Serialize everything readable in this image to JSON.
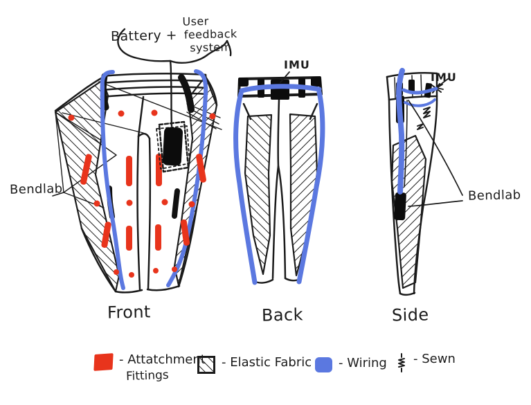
{
  "colors": {
    "ink": "#1b1b1b",
    "attachment_red": "#e8341c",
    "wiring_blue": "#5b78e0",
    "background": "#ffffff"
  },
  "annotations": {
    "battery": {
      "part1": "Battery +",
      "line1": "User",
      "line2": "feedback",
      "line3": "system"
    },
    "imu_back": "IMU",
    "imu_side": "IMU",
    "bendlab_left": "Bendlab",
    "bendlab_right": "Bendlab"
  },
  "views": [
    {
      "id": "front",
      "label": "Front"
    },
    {
      "id": "back",
      "label": "Back"
    },
    {
      "id": "side",
      "label": "Side"
    }
  ],
  "legend": {
    "items": [
      {
        "symbol": "attachment-swatch",
        "label1": "- Attatchment",
        "label2": "Fittings"
      },
      {
        "symbol": "elastic-fabric-swatch",
        "label": "- Elastic Fabric"
      },
      {
        "symbol": "wiring-swatch",
        "label": "- Wiring"
      },
      {
        "symbol": "sewn-glyph",
        "label": "- Sewn"
      }
    ]
  }
}
